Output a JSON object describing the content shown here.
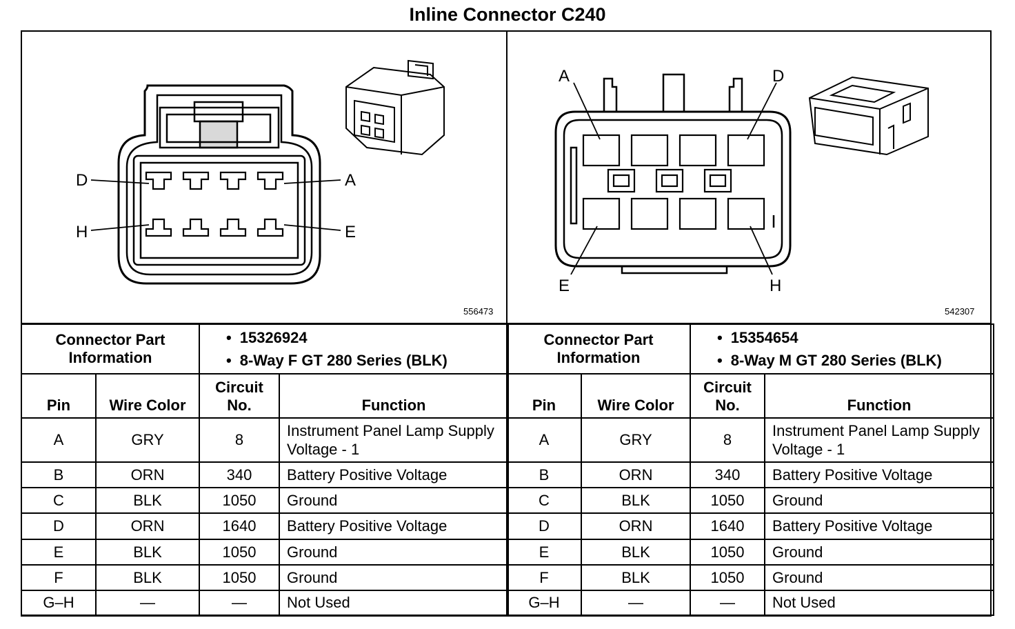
{
  "title": "Inline Connector C240",
  "left": {
    "diagram_id": "556473",
    "pin_labels": {
      "top_left": "D",
      "top_right": "A",
      "bottom_left": "H",
      "bottom_right": "E"
    },
    "part_info_label": "Connector Part Information",
    "part_info": [
      "15326924",
      "8-Way F GT 280 Series (BLK)"
    ],
    "headers": {
      "pin": "Pin",
      "wire_color": "Wire Color",
      "circuit": "Circuit No.",
      "function": "Function"
    },
    "rows": [
      {
        "pin": "A",
        "wire": "GRY",
        "circuit": "8",
        "function": "Instrument Panel Lamp Supply Voltage - 1"
      },
      {
        "pin": "B",
        "wire": "ORN",
        "circuit": "340",
        "function": "Battery Positive Voltage"
      },
      {
        "pin": "C",
        "wire": "BLK",
        "circuit": "1050",
        "function": "Ground"
      },
      {
        "pin": "D",
        "wire": "ORN",
        "circuit": "1640",
        "function": "Battery Positive Voltage"
      },
      {
        "pin": "E",
        "wire": "BLK",
        "circuit": "1050",
        "function": "Ground"
      },
      {
        "pin": "F",
        "wire": "BLK",
        "circuit": "1050",
        "function": "Ground"
      },
      {
        "pin": "G–H",
        "wire": "—",
        "circuit": "—",
        "function": "Not Used"
      }
    ]
  },
  "right": {
    "diagram_id": "542307",
    "pin_labels": {
      "top_left": "A",
      "top_right": "D",
      "bottom_left": "E",
      "bottom_right": "H"
    },
    "part_info_label": "Connector Part Information",
    "part_info": [
      "15354654",
      "8-Way M GT 280 Series (BLK)"
    ],
    "headers": {
      "pin": "Pin",
      "wire_color": "Wire Color",
      "circuit": "Circuit No.",
      "function": "Function"
    },
    "rows": [
      {
        "pin": "A",
        "wire": "GRY",
        "circuit": "8",
        "function": "Instrument Panel Lamp Supply Voltage - 1"
      },
      {
        "pin": "B",
        "wire": "ORN",
        "circuit": "340",
        "function": "Battery Positive Voltage"
      },
      {
        "pin": "C",
        "wire": "BLK",
        "circuit": "1050",
        "function": "Ground"
      },
      {
        "pin": "D",
        "wire": "ORN",
        "circuit": "1640",
        "function": "Battery Positive Voltage"
      },
      {
        "pin": "E",
        "wire": "BLK",
        "circuit": "1050",
        "function": "Ground"
      },
      {
        "pin": "F",
        "wire": "BLK",
        "circuit": "1050",
        "function": "Ground"
      },
      {
        "pin": "G–H",
        "wire": "—",
        "circuit": "—",
        "function": "Not Used"
      }
    ]
  }
}
